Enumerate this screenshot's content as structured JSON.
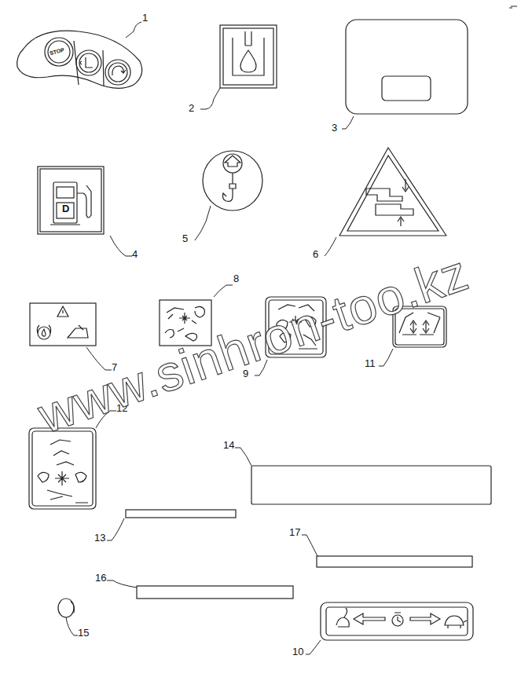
{
  "diagram": {
    "labels": [
      "1",
      "2",
      "3",
      "4",
      "5",
      "6",
      "8",
      "7",
      "9",
      "11",
      "12",
      "14",
      "13",
      "17",
      "16",
      "15",
      "10",
      "STOP",
      "D",
      "www.sinhron-too.kz"
    ]
  }
}
